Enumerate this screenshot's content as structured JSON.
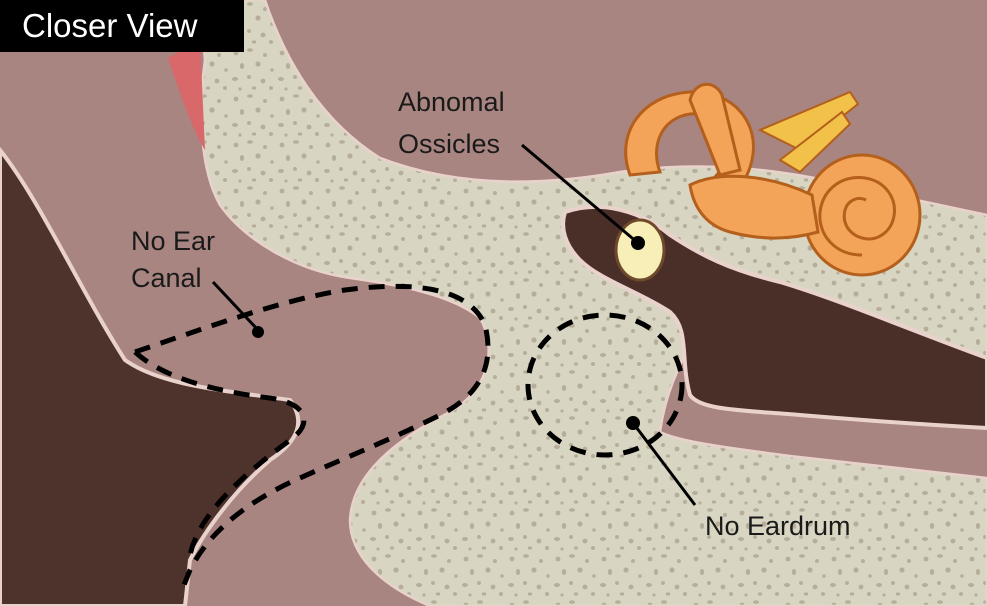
{
  "header": {
    "title": "Closer View"
  },
  "labels": {
    "no_ear_canal_line1": "No Ear",
    "no_ear_canal_line2": "Canal",
    "abnormal_ossicles_line1": "Abnomal",
    "abnormal_ossicles_line2": "Ossicles",
    "no_eardrum": "No Eardrum"
  },
  "colors": {
    "background_tissue": "#a88581",
    "bone": "#d8d6c2",
    "bone_speckle": "#b6ae9a",
    "outer_skin_dark": "#4e322c",
    "middle_ear_cavity": "#4a2e28",
    "skin_edge": "#ead2cc",
    "inner_ear": "#f3a458",
    "inner_ear_outline": "#b45f1c",
    "nerve": "#f2c14a",
    "ossicle": "#f7eeb8",
    "accent_red": "#d8686a",
    "title_bg": "#000000",
    "title_text": "#ffffff",
    "leader_line": "#000000"
  }
}
